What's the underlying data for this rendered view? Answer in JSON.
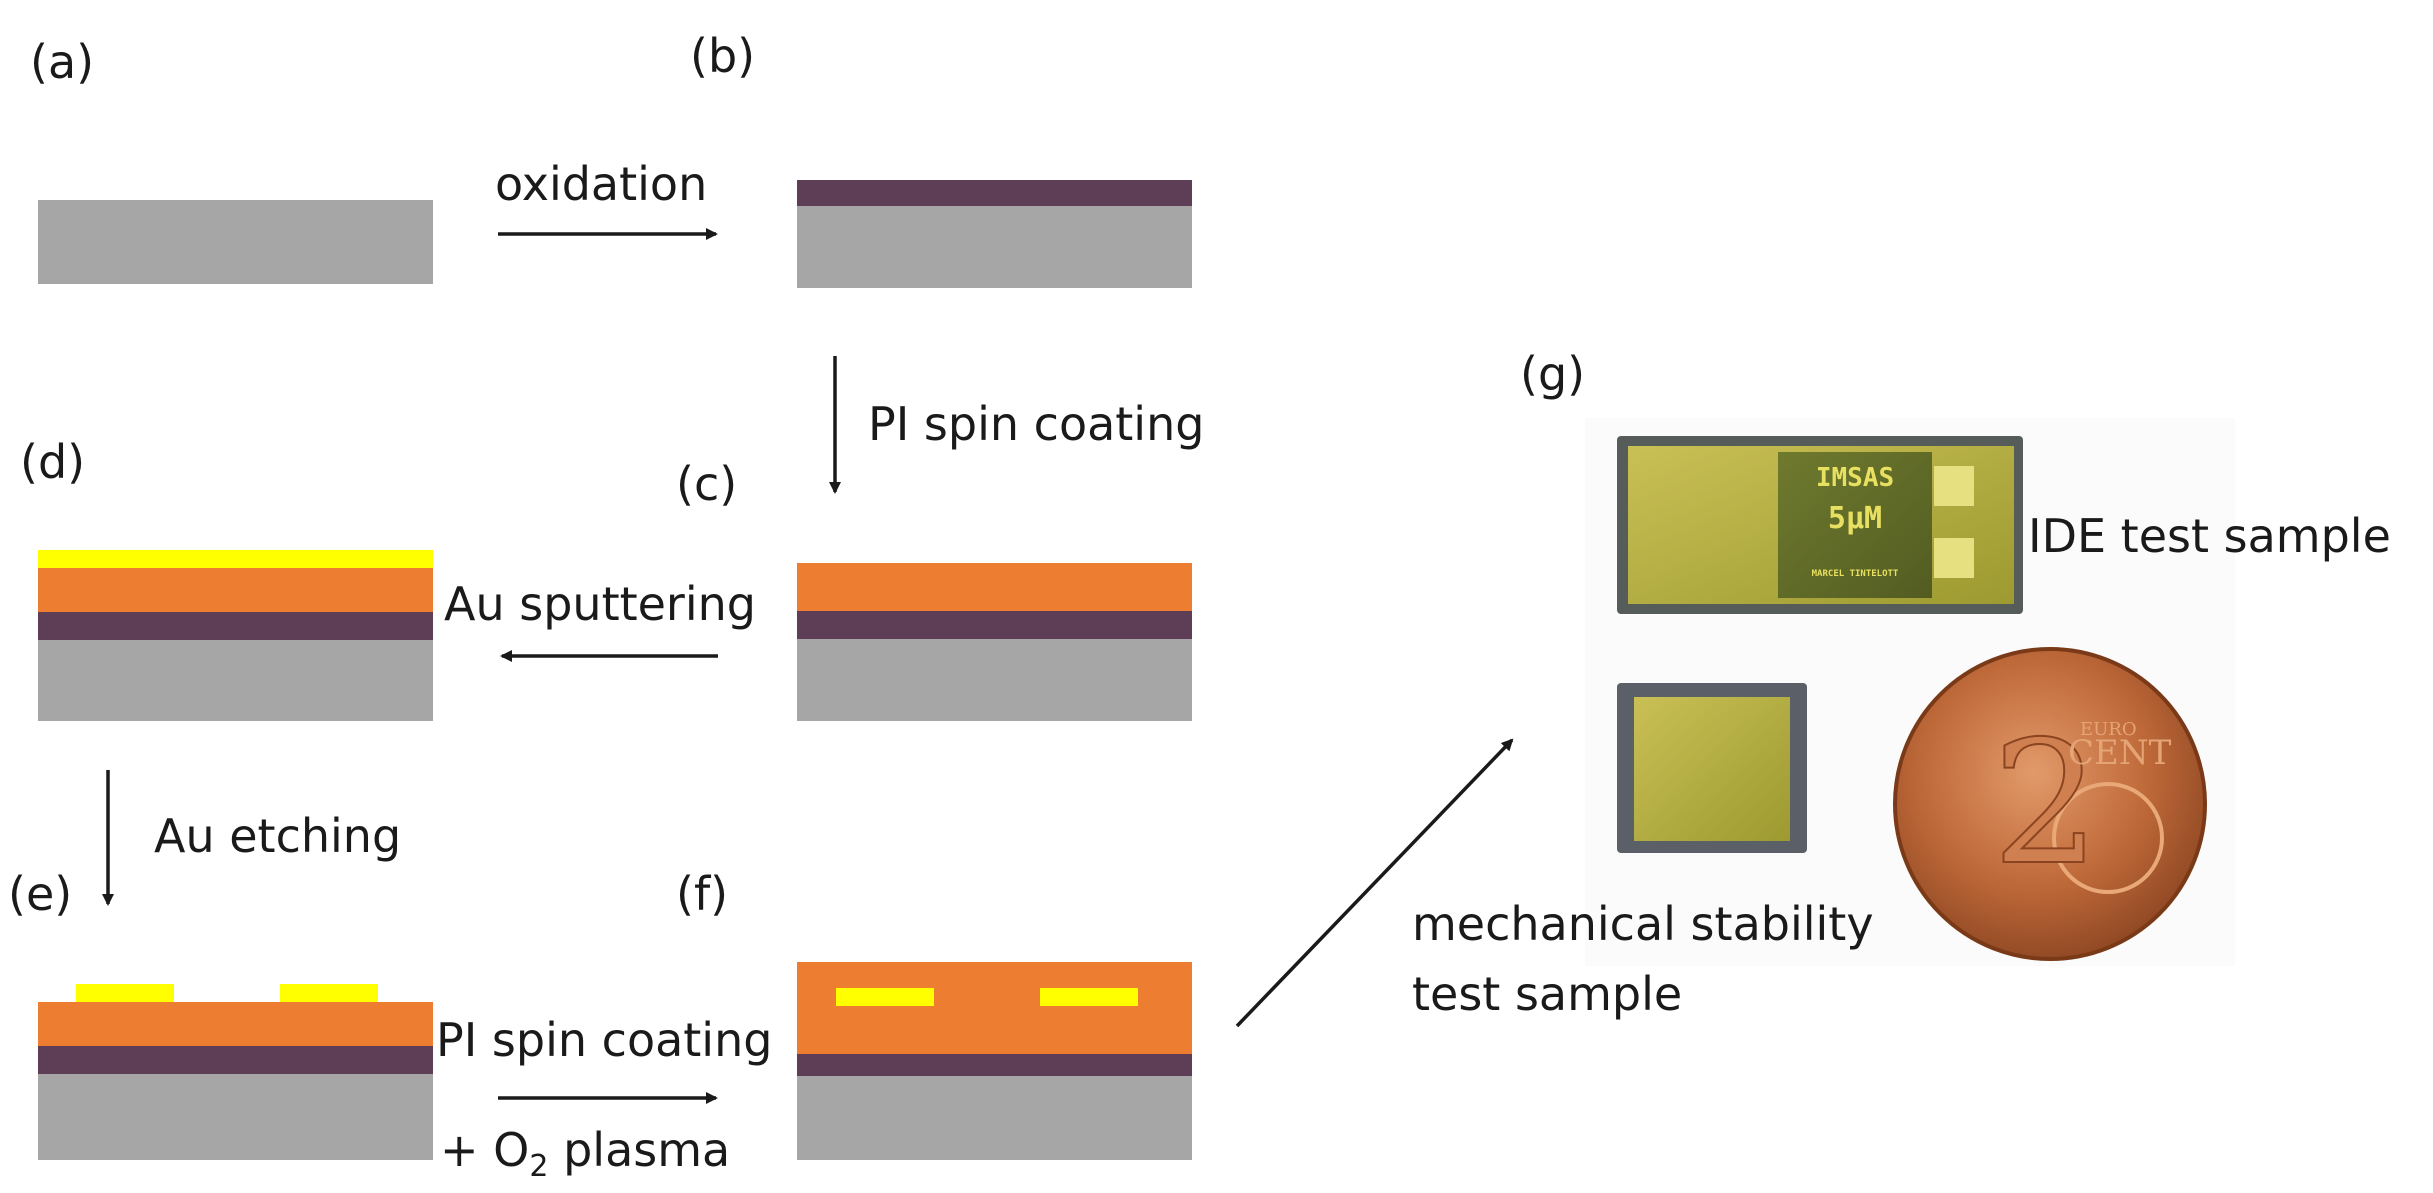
{
  "colors": {
    "substrate": "#a6a6a6",
    "oxide": "#5e3d57",
    "polyimide": "#ed7d31",
    "gold": "#ffff00",
    "arrow": "#1a1a1a",
    "text": "#1a1a1a"
  },
  "panels": {
    "a": {
      "label": "(a)"
    },
    "b": {
      "label": "(b)"
    },
    "c": {
      "label": "(c)"
    },
    "d": {
      "label": "(d)"
    },
    "e": {
      "label": "(e)"
    },
    "f": {
      "label": "(f)"
    },
    "g": {
      "label": "(g)"
    }
  },
  "steps": {
    "oxidation": "oxidation",
    "pi_spin_coating_1": "PI spin coating",
    "au_sputtering": "Au sputtering",
    "au_etching": "Au etching",
    "pi_spin_coating_2": "PI spin coating",
    "o2_plasma_prefix": "+ O",
    "o2_plasma_subscript": "2",
    "o2_plasma_suffix": " plasma"
  },
  "photo": {
    "ide_sample_label": "IDE test sample",
    "mech_sample_label_line1": "mechanical stability",
    "mech_sample_label_line2": "test sample",
    "chip_text_line1": "IMSAS",
    "chip_text_line2": "5µM",
    "chip_text_line3": "MARCEL TINTELOTT",
    "coin_value": "2",
    "coin_text_top": "EURO",
    "coin_text_bottom": "CENT"
  }
}
